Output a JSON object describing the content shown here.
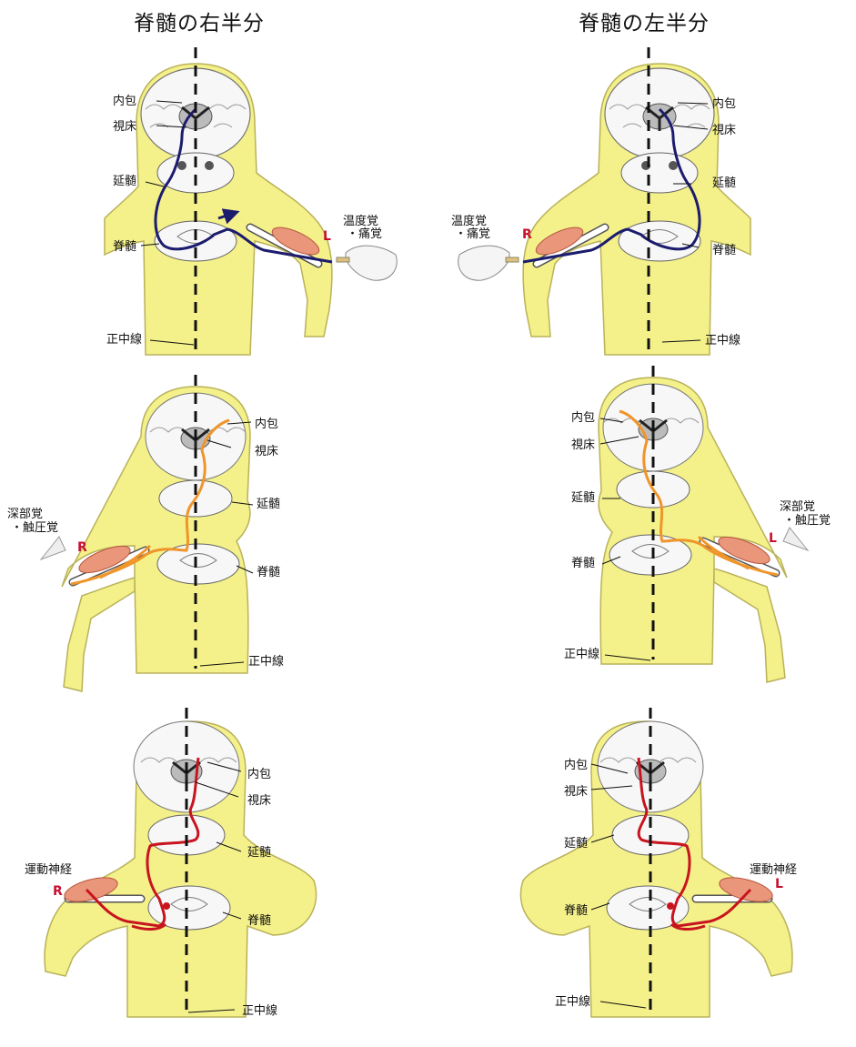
{
  "titles": {
    "right_half": "脊髄の右半分",
    "left_half": "脊髄の左半分"
  },
  "labels": {
    "internal_capsule": "内包",
    "thalamus": "視床",
    "medulla": "延髄",
    "spinal_cord": "脊髄",
    "midline": "正中線",
    "temp_pain_line1": "温度覚",
    "temp_pain_line2": "・痛覚",
    "deep_touch_line1": "深部覚",
    "deep_touch_line2": "・触圧覚",
    "motor_nerve": "運動神経",
    "side_r": "R",
    "side_l": "L"
  },
  "colors": {
    "skin": "#f4f08a",
    "skin_edge": "#b9b25a",
    "temp_pain_path": "#1c1c6e",
    "deep_touch_path": "#f0952a",
    "motor_path": "#c8141e",
    "muscle": "#e9967a",
    "midline": "#111111"
  }
}
